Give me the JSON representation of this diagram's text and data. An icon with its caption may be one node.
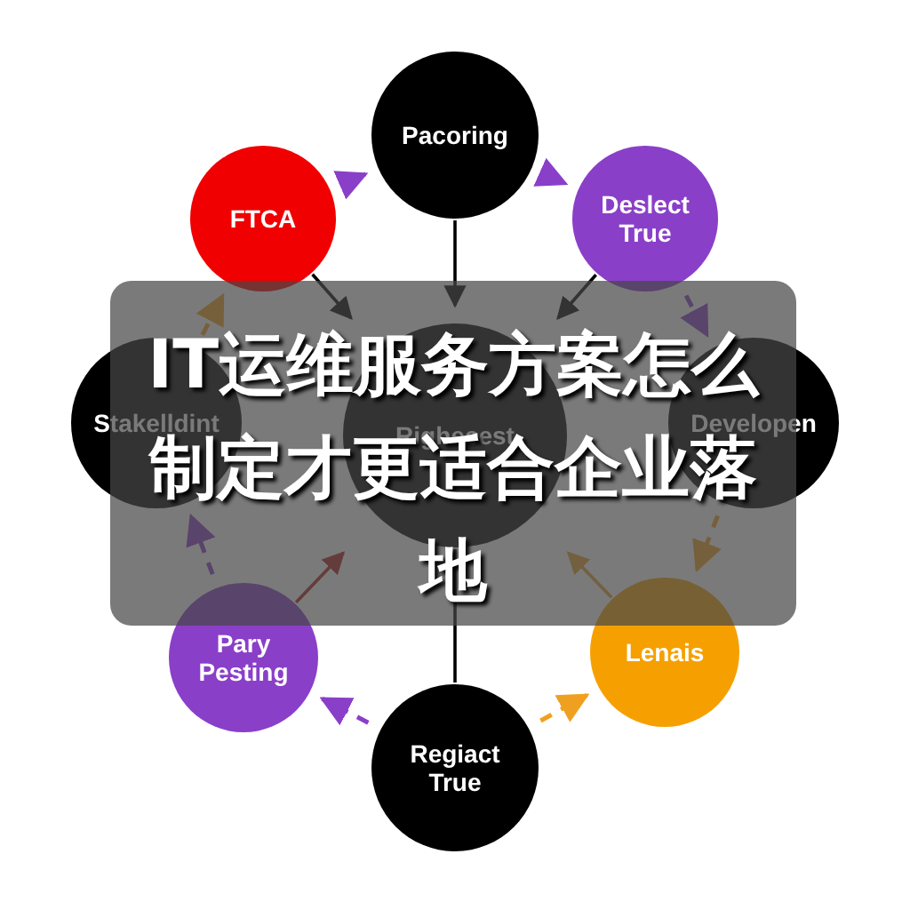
{
  "diagram": {
    "title": "IT运维服务方案怎么制定才更适合企业落地",
    "nodes": [
      {
        "text": [
          "Pacoring"
        ]
      },
      {
        "text": [
          "FTCA"
        ]
      },
      {
        "text": [
          "Deslect True"
        ]
      },
      {
        "text": [
          "Stakelldint"
        ]
      },
      {
        "text": [
          "Righecest"
        ]
      },
      {
        "text": [
          "Developen"
        ]
      },
      {
        "text": [
          "Pary Pesting"
        ]
      },
      {
        "text": [
          "Lenais"
        ]
      },
      {
        "text": [
          "Regiact True"
        ]
      }
    ],
    "edges": [
      {
        "from": 1,
        "to": 0,
        "arrow": "to",
        "style": "dashed",
        "color": "#8a3fc8"
      },
      {
        "from": 0,
        "to": 2,
        "arrow": "to",
        "style": "dashed",
        "color": "#8a3fc8"
      },
      {
        "from": 2,
        "to": 5,
        "arrow": "to",
        "style": "dashed",
        "color": "#8a3fc8"
      },
      {
        "from": 5,
        "to": 7,
        "arrow": "to",
        "style": "dashed",
        "color": "#f0a020"
      },
      {
        "from": 8,
        "to": 7,
        "arrow": "to",
        "style": "dashed",
        "color": "#f0a020"
      },
      {
        "from": 8,
        "to": 6,
        "arrow": "to",
        "style": "dashed",
        "color": "#8a3fc8"
      },
      {
        "from": 6,
        "to": 3,
        "arrow": "to",
        "style": "dashed",
        "color": "#8a3fc8"
      },
      {
        "from": 3,
        "to": 1,
        "arrow": "to",
        "style": "dashed",
        "color": "#f0a020"
      },
      {
        "from": 0,
        "to": 4,
        "arrow": "to",
        "color": "#000000"
      },
      {
        "from": 1,
        "to": 4,
        "arrow": "to",
        "color": "#000000"
      },
      {
        "from": 2,
        "to": 4,
        "arrow": "to",
        "color": "#000000"
      },
      {
        "from": 6,
        "to": 4,
        "arrow": "to",
        "color": "#b02020"
      },
      {
        "from": 7,
        "to": 4,
        "arrow": "to",
        "color": "#e0a030"
      },
      {
        "from": 4,
        "to": 8,
        "arrow": "none",
        "color": "#000000"
      }
    ]
  }
}
